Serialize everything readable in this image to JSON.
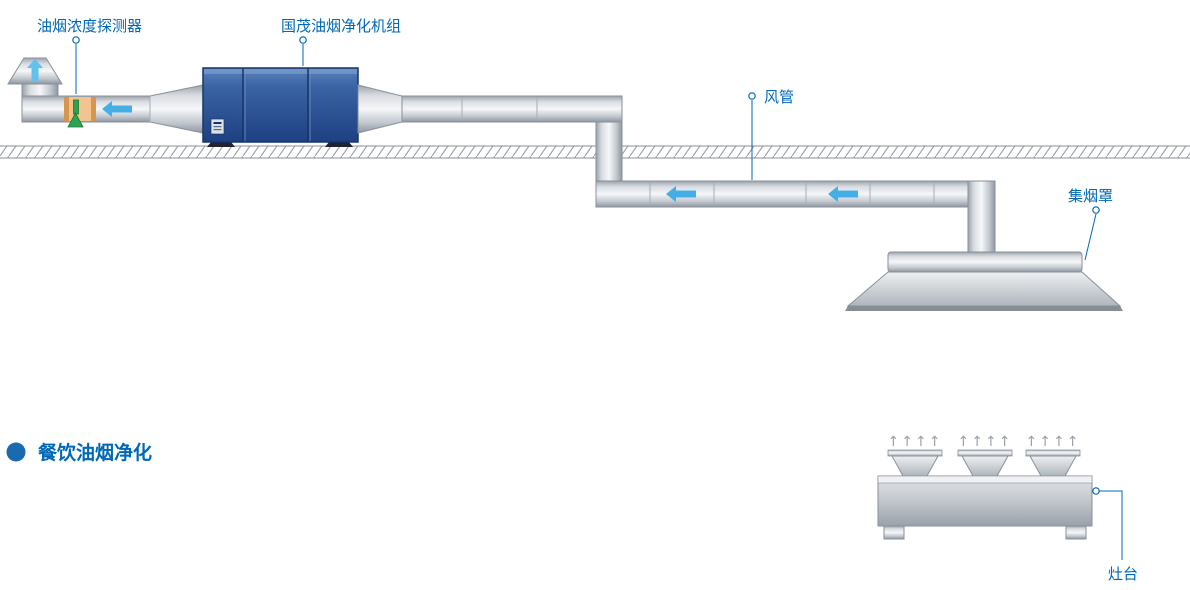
{
  "heading": {
    "text": "餐饮油烟净化"
  },
  "diagram": {
    "labels": {
      "detector": "油烟浓度探测器",
      "purifier": "国茂油烟净化机组",
      "duct": "风管",
      "hood": "集烟罩",
      "stove": "灶台"
    },
    "icons": {
      "steam_arrows": "↑↑↑↑"
    }
  },
  "colors": {
    "label_text": "#0068B7",
    "heading_text": "#0068B7",
    "bullet": "#1A6AB0",
    "flow_arrow": "#45AEE5",
    "unit_top": "#5A83BA",
    "unit_bottom": "#1E4082",
    "duct_light": "#F5F7F9",
    "duct_dark": "#8F96A0",
    "detector_band": "#F2C48F",
    "detector_probe": "#2FA14F"
  }
}
